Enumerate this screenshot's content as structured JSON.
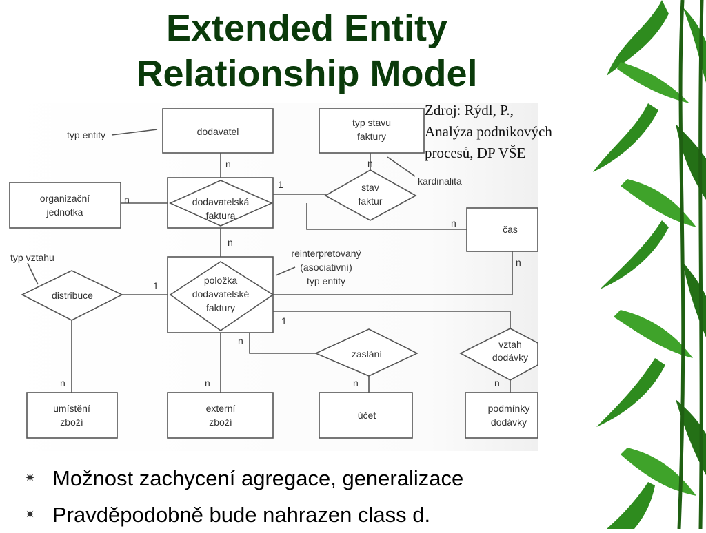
{
  "slide": {
    "title_line1": "Extended Entity",
    "title_line2": "Relationship Model",
    "source_line1": "Zdroj: Rýdl, P.,",
    "source_line2": "Analýza podnikových",
    "source_line3": "procesů, DP VŠE"
  },
  "diagram": {
    "entities": {
      "dodavatel": "dodavatel",
      "typ_stavu_line1": "typ stavu",
      "typ_stavu_line2": "faktury",
      "org_line1": "organizační",
      "org_line2": "jednotka",
      "cas": "čas",
      "umisteni_line1": "umístění",
      "umisteni_line2": "zboží",
      "externi_line1": "externí",
      "externi_line2": "zboží",
      "ucet": "účet",
      "podminky_line1": "podmínky",
      "podminky_line2": "dodávky",
      "polozka_line1": "položka",
      "polozka_line2": "dodavatelské",
      "polozka_line3": "faktury"
    },
    "relationships": {
      "dodfak_line1": "dodavatelská",
      "dodfak_line2": "faktura",
      "stav_line1": "stav",
      "stav_line2": "faktur",
      "distribuce": "distribuce",
      "zaslani": "zaslání",
      "vztah_line1": "vztah",
      "vztah_line2": "dodávky"
    },
    "annotations": {
      "typ_entity": "typ entity",
      "kardinalita": "kardinalita",
      "typ_vztahu": "typ vztahu",
      "reint_line1": "reinterpretovaný",
      "reint_line2": "(asociativní)",
      "reint_line3": "typ entity"
    },
    "cardinality": {
      "n": "n",
      "one": "1"
    }
  },
  "bullets": [
    "Možnost zachycení agregace, generalizace",
    "Pravděpodobně bude nahrazen class d."
  ],
  "colors": {
    "title": "#0a3a0a",
    "bamboo": "#2e8b1e",
    "diagram_line": "#555555"
  },
  "icons": {
    "bullet": "asterisk-icon"
  }
}
